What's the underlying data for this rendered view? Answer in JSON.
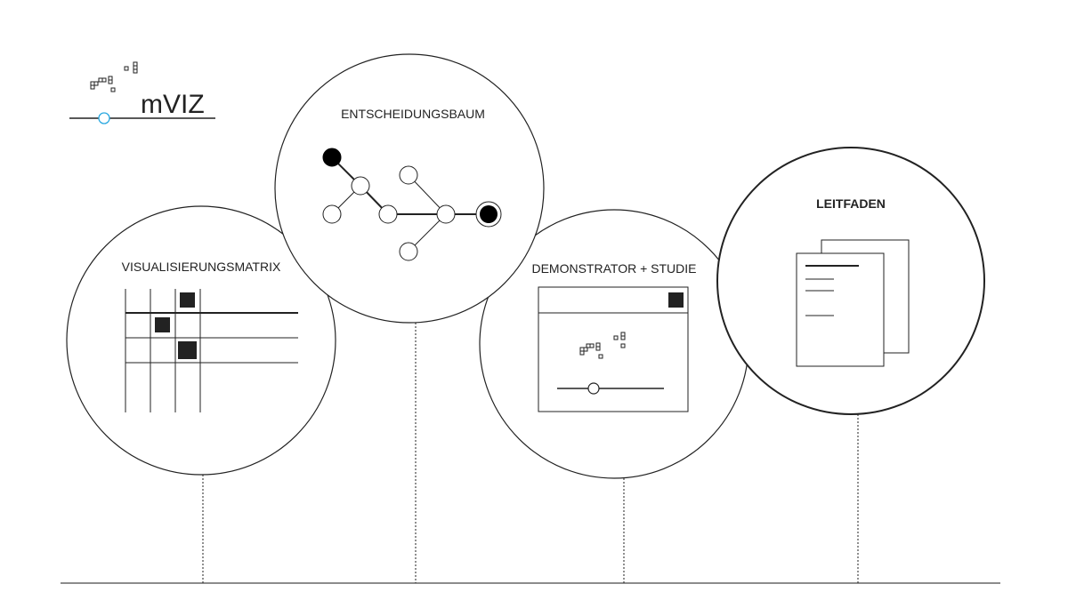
{
  "logo": {
    "text": "mVIZ",
    "slider_color": "#29a8e0"
  },
  "nodes": [
    {
      "id": "matrix",
      "label": "VISUALISIERUNGSMATRIX",
      "icon": "matrix-icon"
    },
    {
      "id": "tree",
      "label": "ENTSCHEIDUNGSBAUM",
      "icon": "decision-tree-icon"
    },
    {
      "id": "demo",
      "label": "DEMONSTRATOR + STUDIE",
      "icon": "demonstrator-window-icon"
    },
    {
      "id": "guide",
      "label": "LEITFADEN",
      "icon": "document-stack-icon"
    }
  ],
  "colors": {
    "stroke": "#222222",
    "fill_dark": "#222222",
    "timeline": "#666666"
  }
}
